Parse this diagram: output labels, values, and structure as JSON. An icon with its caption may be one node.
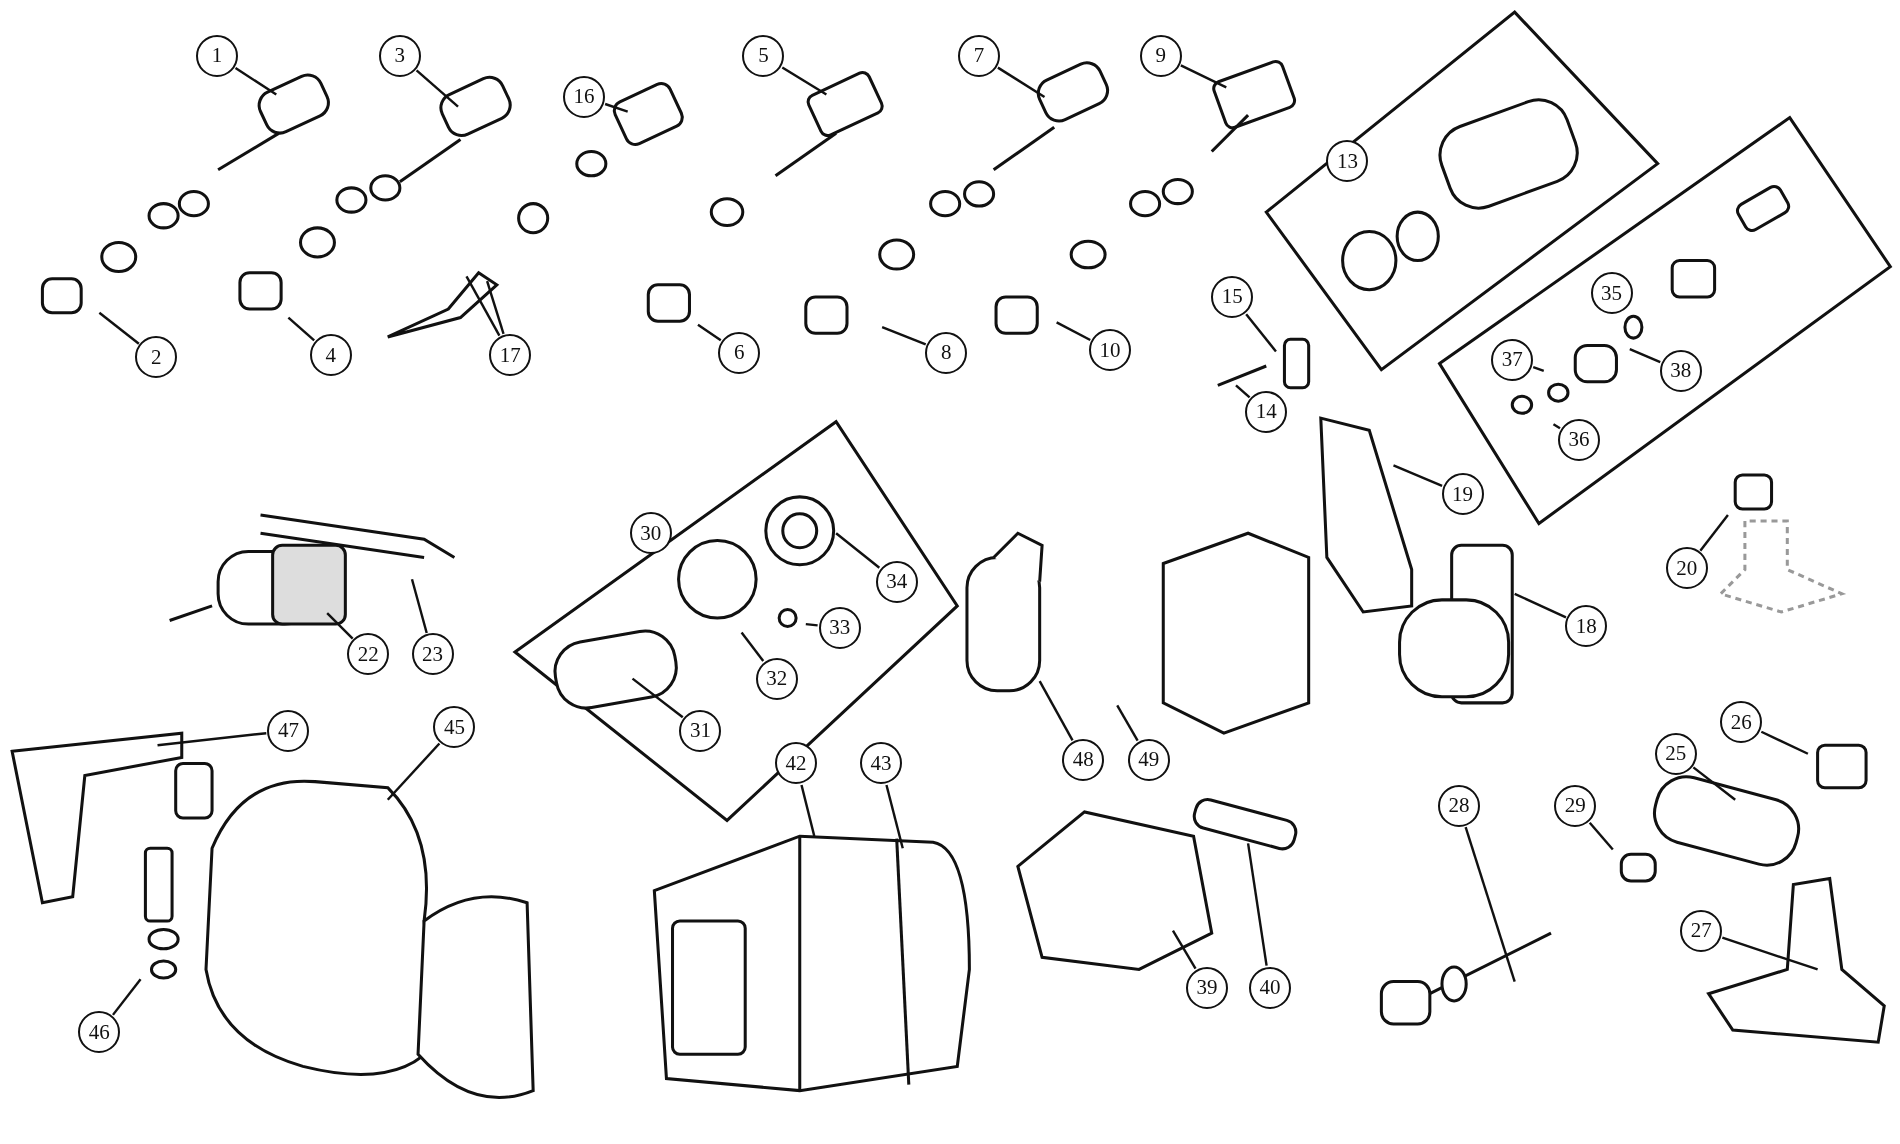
{
  "diagram": {
    "nodes": [
      {
        "text": [
          "1"
        ]
      },
      {
        "text": [
          "3"
        ]
      },
      {
        "text": [
          "16"
        ]
      },
      {
        "text": [
          "5"
        ]
      },
      {
        "text": [
          "7"
        ]
      },
      {
        "text": [
          "9"
        ]
      },
      {
        "text": [
          "13"
        ]
      },
      {
        "text": [
          "2"
        ]
      },
      {
        "text": [
          "4"
        ]
      },
      {
        "text": [
          "17"
        ]
      },
      {
        "text": [
          "6"
        ]
      },
      {
        "text": [
          "8"
        ]
      },
      {
        "text": [
          "10"
        ]
      },
      {
        "text": [
          "15"
        ]
      },
      {
        "text": [
          "35"
        ]
      },
      {
        "text": [
          "37"
        ]
      },
      {
        "text": [
          "38"
        ]
      },
      {
        "text": [
          "14"
        ]
      },
      {
        "text": [
          "36"
        ]
      },
      {
        "text": [
          "19"
        ]
      },
      {
        "text": [
          "30"
        ]
      },
      {
        "text": [
          "20"
        ]
      },
      {
        "text": [
          "34"
        ]
      },
      {
        "text": [
          "33"
        ]
      },
      {
        "text": [
          "18"
        ]
      },
      {
        "text": [
          "22"
        ]
      },
      {
        "text": [
          "23"
        ]
      },
      {
        "text": [
          "32"
        ]
      },
      {
        "text": [
          "31"
        ]
      },
      {
        "text": [
          "48"
        ]
      },
      {
        "text": [
          "49"
        ]
      },
      {
        "text": [
          "47"
        ]
      },
      {
        "text": [
          "45"
        ]
      },
      {
        "text": [
          "26"
        ]
      },
      {
        "text": [
          "25"
        ]
      },
      {
        "text": [
          "42"
        ]
      },
      {
        "text": [
          "43"
        ]
      },
      {
        "text": [
          "28"
        ]
      },
      {
        "text": [
          "29"
        ]
      },
      {
        "text": [
          "27"
        ]
      },
      {
        "text": [
          "39"
        ]
      },
      {
        "text": [
          "40"
        ]
      },
      {
        "text": [
          "46"
        ]
      }
    ],
    "edges": [
      {
        "from": 0,
        "to": null,
        "arrow": "none"
      },
      {
        "from": 1,
        "to": null,
        "arrow": "none"
      },
      {
        "from": 2,
        "to": null,
        "arrow": "none"
      },
      {
        "from": 3,
        "to": null,
        "arrow": "none"
      },
      {
        "from": 4,
        "to": null,
        "arrow": "none"
      },
      {
        "from": 5,
        "to": null,
        "arrow": "none"
      },
      {
        "from": 7,
        "to": null,
        "arrow": "none"
      },
      {
        "from": 8,
        "to": null,
        "arrow": "none"
      },
      {
        "from": 9,
        "to": null,
        "arrow": "none"
      },
      {
        "from": 9,
        "to": null,
        "arrow": "none"
      },
      {
        "from": 10,
        "to": null,
        "arrow": "none"
      },
      {
        "from": 11,
        "to": null,
        "arrow": "none"
      },
      {
        "from": 12,
        "to": null,
        "arrow": "none"
      },
      {
        "from": 13,
        "to": null,
        "arrow": "none"
      },
      {
        "from": 15,
        "to": null,
        "arrow": "none"
      },
      {
        "from": 16,
        "to": null,
        "arrow": "none"
      },
      {
        "from": 17,
        "to": null,
        "arrow": "none"
      },
      {
        "from": 18,
        "to": null,
        "arrow": "none"
      },
      {
        "from": 19,
        "to": null,
        "arrow": "none"
      },
      {
        "from": 21,
        "to": null,
        "arrow": "none"
      },
      {
        "from": 22,
        "to": null,
        "arrow": "none"
      },
      {
        "from": 23,
        "to": null,
        "arrow": "none"
      },
      {
        "from": 24,
        "to": null,
        "arrow": "none"
      },
      {
        "from": 25,
        "to": null,
        "arrow": "none"
      },
      {
        "from": 26,
        "to": null,
        "arrow": "none"
      },
      {
        "from": 27,
        "to": null,
        "arrow": "none"
      },
      {
        "from": 28,
        "to": null,
        "arrow": "none"
      },
      {
        "from": 29,
        "to": null,
        "arrow": "none"
      },
      {
        "from": 30,
        "to": null,
        "arrow": "none"
      },
      {
        "from": 31,
        "to": null,
        "arrow": "none"
      },
      {
        "from": 32,
        "to": null,
        "arrow": "none"
      },
      {
        "from": 33,
        "to": null,
        "arrow": "none"
      },
      {
        "from": 34,
        "to": null,
        "arrow": "none"
      },
      {
        "from": 35,
        "to": null,
        "arrow": "none"
      },
      {
        "from": 36,
        "to": null,
        "arrow": "none"
      },
      {
        "from": 37,
        "to": null,
        "arrow": "none"
      },
      {
        "from": 38,
        "to": null,
        "arrow": "none"
      },
      {
        "from": 39,
        "to": null,
        "arrow": "none"
      },
      {
        "from": 40,
        "to": null,
        "arrow": "none"
      },
      {
        "from": 41,
        "to": null,
        "arrow": "none"
      },
      {
        "from": 42,
        "to": null,
        "arrow": "none"
      }
    ]
  }
}
